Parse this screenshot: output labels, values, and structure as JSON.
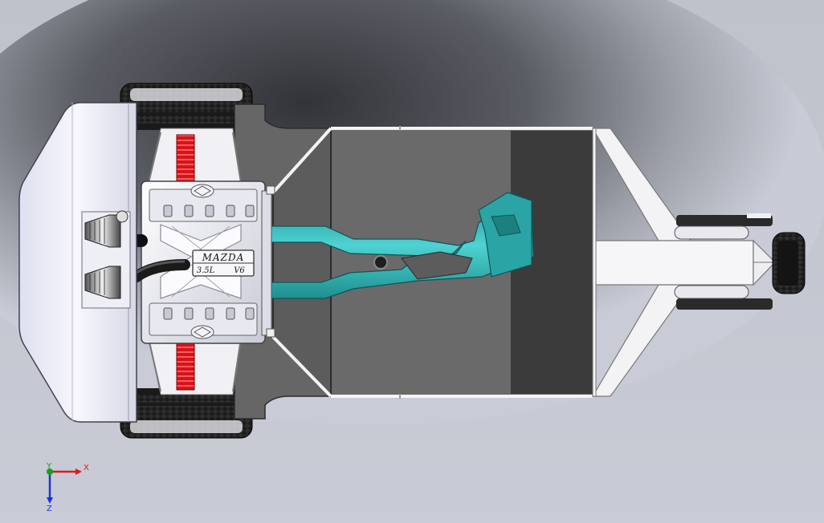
{
  "engine": {
    "brand": "MAZDA",
    "displacement": "3.5L",
    "config": "V6"
  },
  "triad": {
    "x_label": "X",
    "y_label": "Y",
    "z_label": "Z"
  },
  "colors": {
    "background_light": "#c9cbd6",
    "background_dark": "#3c3e44",
    "body_white": "#f4f5fb",
    "chassis_gray": "#6e6e6e",
    "chassis_dark": "#3a3a3a",
    "exhaust_teal": "#2fb6b7",
    "spring_red": "#d4141c",
    "tire_black": "#1c1c1c",
    "axis_x": "#e01818",
    "axis_y": "#18a018",
    "axis_z": "#1834e0"
  }
}
